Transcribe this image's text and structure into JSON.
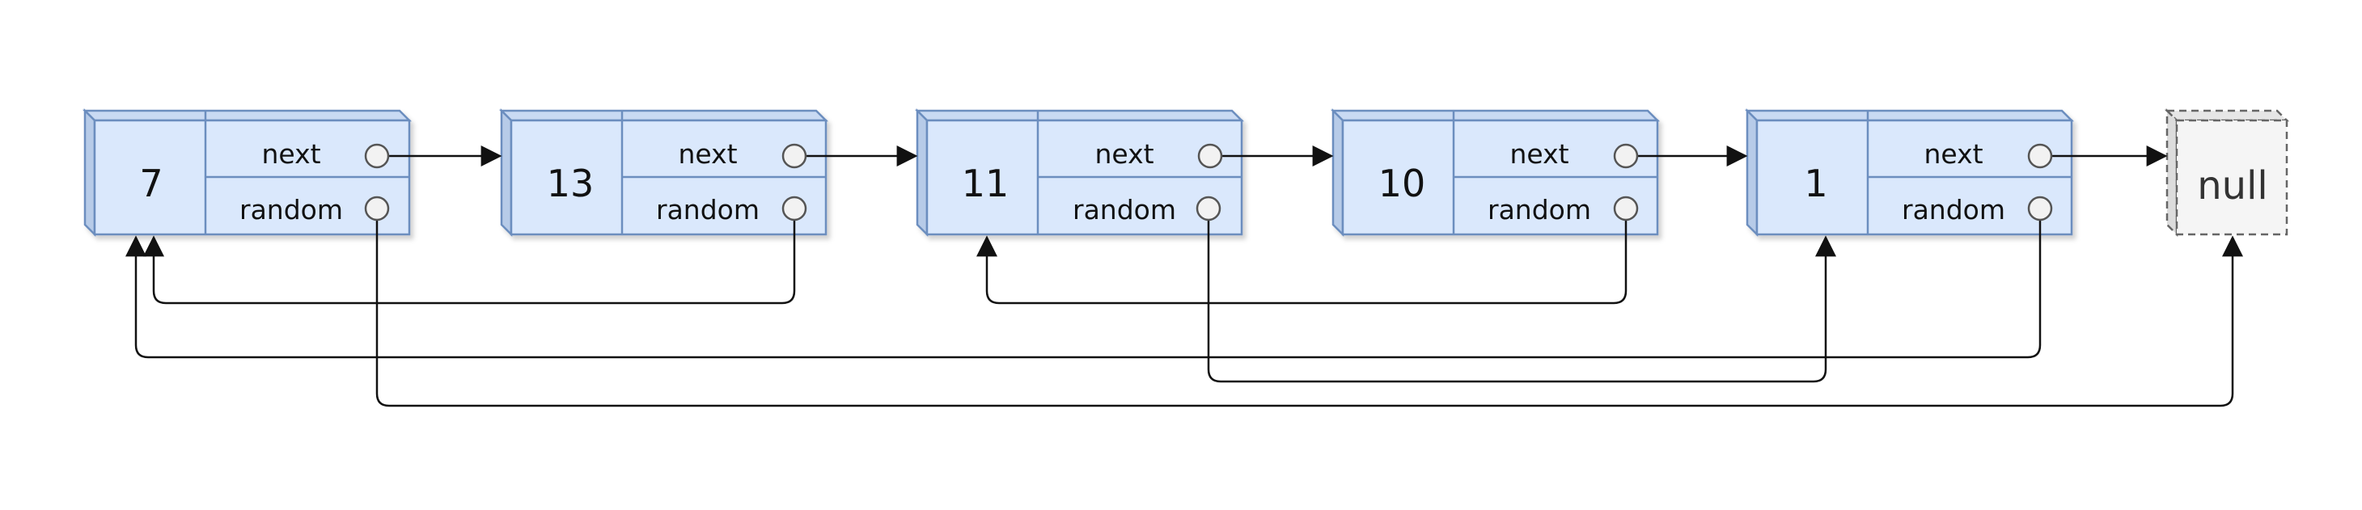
{
  "diagram": {
    "nodes": [
      {
        "value": "7",
        "next_label": "next",
        "random_label": "random"
      },
      {
        "value": "13",
        "next_label": "next",
        "random_label": "random"
      },
      {
        "value": "11",
        "next_label": "next",
        "random_label": "random"
      },
      {
        "value": "10",
        "next_label": "next",
        "random_label": "random"
      },
      {
        "value": "1",
        "next_label": "next",
        "random_label": "random"
      }
    ],
    "terminal": {
      "label": "null"
    },
    "random_pointers": [
      {
        "from": "7",
        "to": "null"
      },
      {
        "from": "13",
        "to": "7"
      },
      {
        "from": "11",
        "to": "1"
      },
      {
        "from": "10",
        "to": "11"
      },
      {
        "from": "1",
        "to": "7"
      }
    ],
    "colors": {
      "node_fill": "#dae8fc",
      "node_stroke": "#6c8ebf",
      "null_fill": "#f5f5f5",
      "null_stroke": "#666666",
      "arrow": "#111111"
    }
  }
}
